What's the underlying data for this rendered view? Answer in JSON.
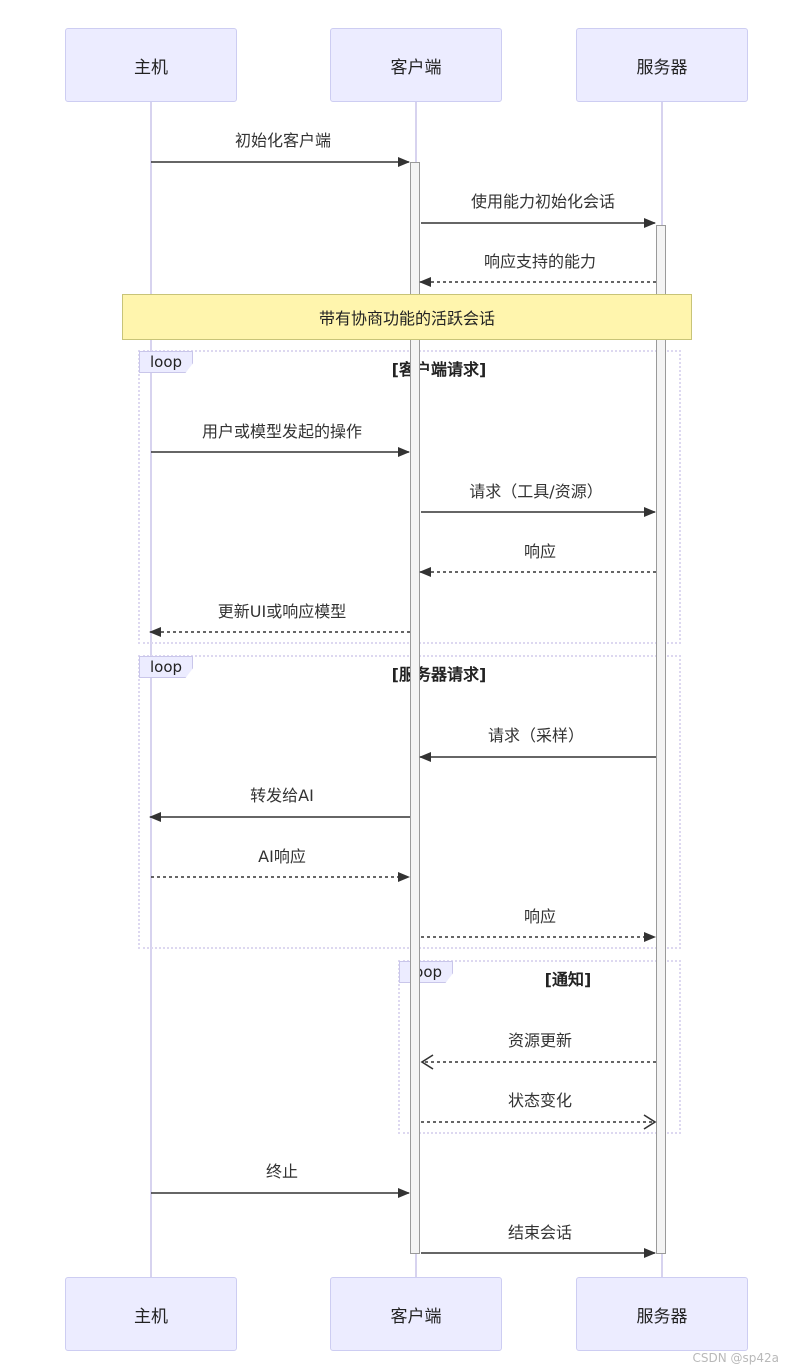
{
  "participants": {
    "host": "主机",
    "client": "客户端",
    "server": "服务器"
  },
  "messages": {
    "init_client": "初始化客户端",
    "init_session": "使用能力初始化会话",
    "respond_caps": "响应支持的能力",
    "user_action": "用户或模型发起的操作",
    "request_tools": "请求（工具/资源）",
    "response1": "响应",
    "update_ui": "更新UI或响应模型",
    "request_sampling": "请求（采样）",
    "forward_ai": "转发给AI",
    "ai_response": "AI响应",
    "response2": "响应",
    "resource_update": "资源更新",
    "state_change": "状态变化",
    "terminate": "终止",
    "end_session": "结束会话"
  },
  "note": "带有协商功能的活跃会话",
  "loops": {
    "client_requests": {
      "tag": "loop",
      "condition": "[客户端请求]"
    },
    "server_requests": {
      "tag": "loop",
      "condition": "[服务器请求]"
    },
    "notifications": {
      "tag": "loop",
      "condition": "[通知]"
    }
  },
  "watermark": "CSDN @sp42a"
}
